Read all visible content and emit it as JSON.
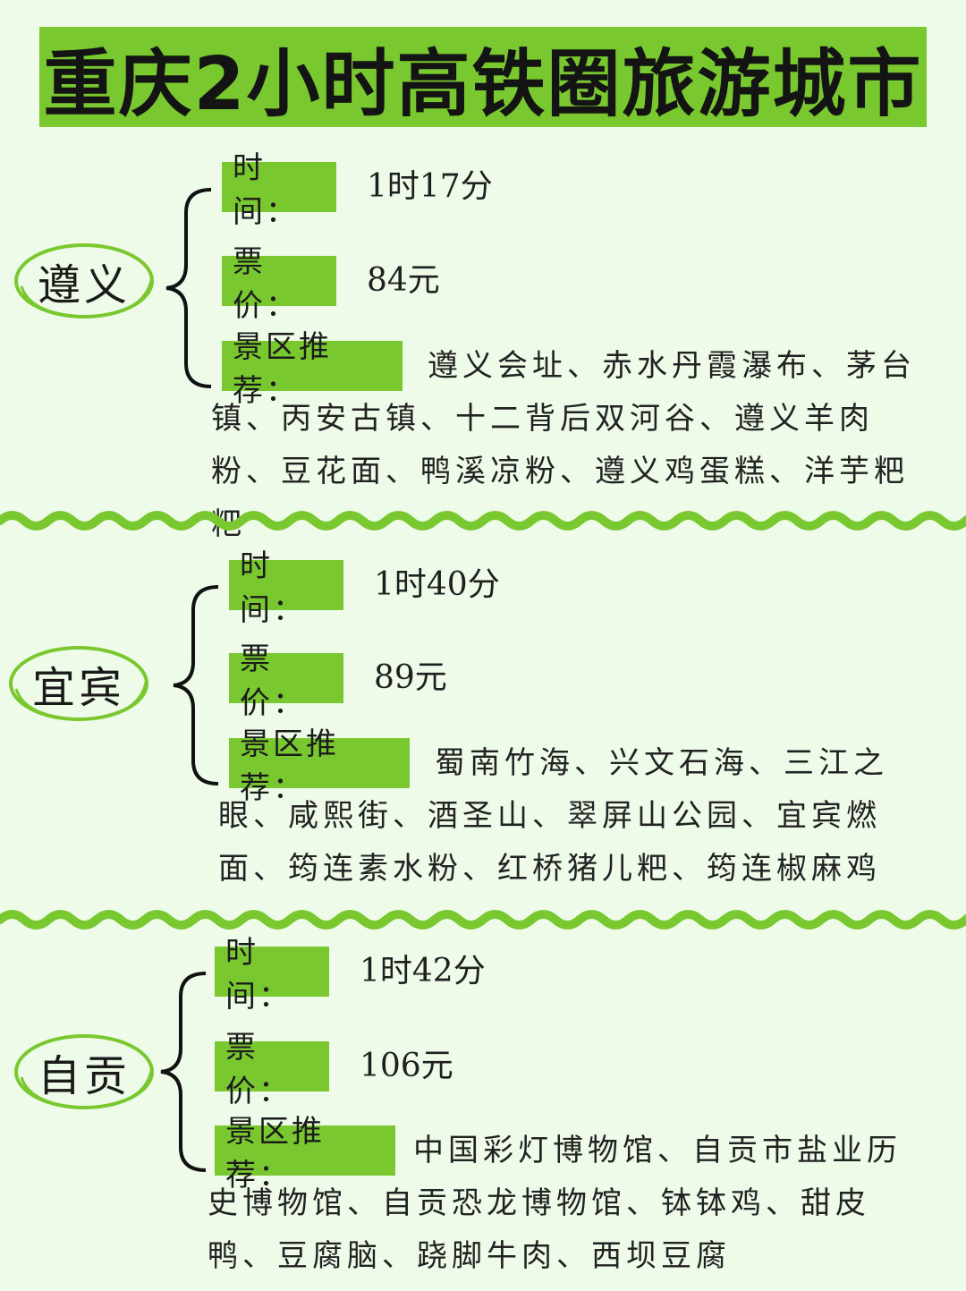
{
  "title": "重庆2小时高铁圈旅游城市",
  "labels": {
    "time": "时间：",
    "price": "票价：",
    "spots": "景区推荐："
  },
  "cities": [
    {
      "name": "遵义",
      "time": "1时17分",
      "price": "84元",
      "spots": "遵义会址、赤水丹霞瀑布、茅台镇、丙安古镇、十二背后双河谷、遵义羊肉粉、豆花面、鸭溪凉粉、遵义鸡蛋糕、洋芋粑粑"
    },
    {
      "name": "宜宾",
      "time": "1时40分",
      "price": "89元",
      "spots": "蜀南竹海、兴文石海、三江之眼、咸熙街、酒圣山、翠屏山公园、宜宾燃面、筠连素水粉、红桥猪儿粑、筠连椒麻鸡"
    },
    {
      "name": "自贡",
      "time": "1时42分",
      "price": "106元",
      "spots": "中国彩灯博物馆、自贡市盐业历史博物馆、自贡恐龙博物馆、钵钵鸡、甜皮鸭、豆腐脑、跷脚牛肉、西坝豆腐"
    }
  ],
  "colors": {
    "accent": "#79c82f",
    "background": "#eefbe9",
    "text": "#1a1a1a"
  }
}
